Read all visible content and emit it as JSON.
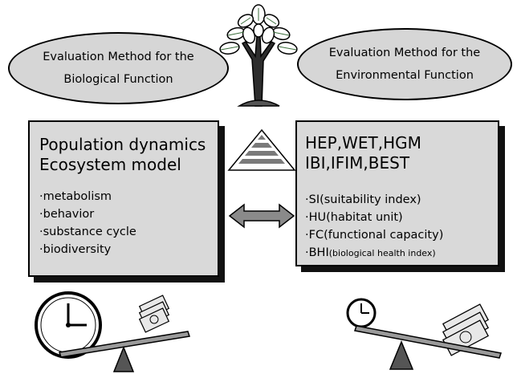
{
  "left_oval": {
    "line1": "Evaluation Method for the",
    "line2": "Biological Function"
  },
  "right_oval": {
    "line1": "Evaluation Method for the",
    "line2": "Environmental Function"
  },
  "left_box": {
    "heading1": "Population dynamics",
    "heading2": "Ecosystem model",
    "items": [
      "·metabolism",
      "·behavior",
      "·substance cycle",
      "·biodiversity"
    ]
  },
  "right_box": {
    "heading1": "HEP,WET,HGM",
    "heading2": "IBI,IFIM,BEST",
    "items": [
      {
        "main": "·SI(suitability index)",
        "small": ""
      },
      {
        "main": "·HU(habitat unit)",
        "small": ""
      },
      {
        "main": "·FC(functional capacity)",
        "small": ""
      },
      {
        "main": "·BHI",
        "small": "(biological health index)"
      }
    ]
  },
  "icons": {
    "tree": "tree-icon",
    "pyramid": "pyramid-icon",
    "arrow": "double-arrow-icon",
    "clock": "clock-icon",
    "money": "money-bundle-icon",
    "seesaw": "seesaw-icon"
  },
  "colors": {
    "oval_fill": "#d6d6d6",
    "box_fill": "#d9d9d9",
    "arrow_fill": "#8a8a8a",
    "tree_green": "#3c6e3c"
  }
}
